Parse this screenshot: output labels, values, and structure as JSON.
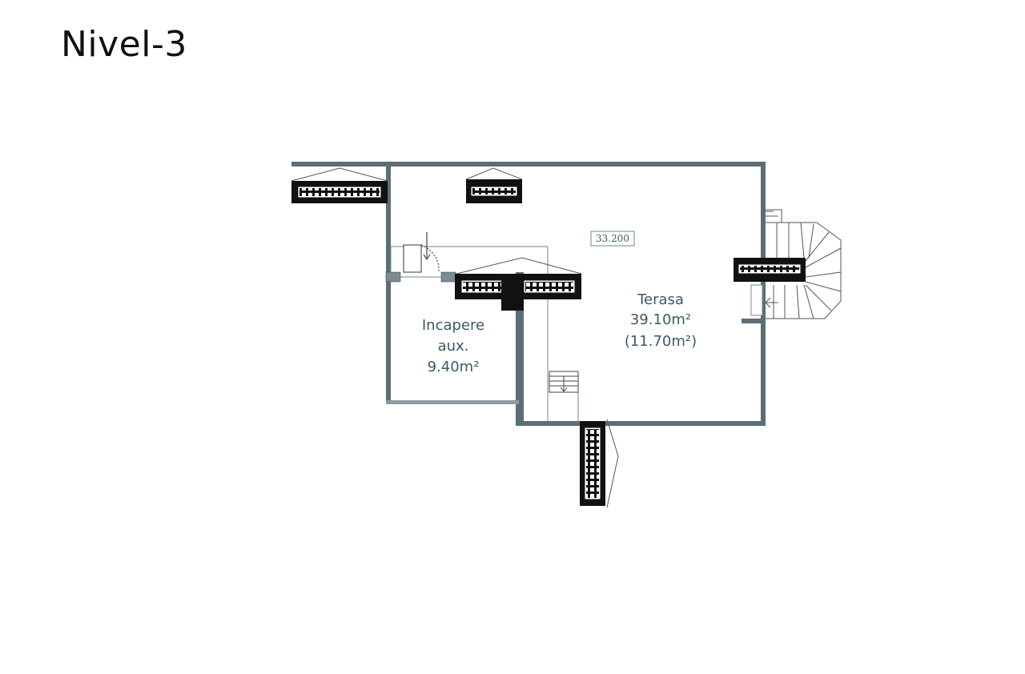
{
  "page": {
    "title": "Nivel-3"
  },
  "elevation_marker": "33.200",
  "rooms": {
    "terasa": {
      "name": "Terasa",
      "area": "39.10m²",
      "area_secondary": "(11.70m²)"
    },
    "incapere": {
      "name": "Incapere",
      "name_2": "aux.",
      "area": "9.40m²"
    }
  },
  "colors": {
    "wall": "#5b6e76",
    "wall_dark": "#111111",
    "line": "#6f8a92",
    "label": "#3b5a66"
  }
}
